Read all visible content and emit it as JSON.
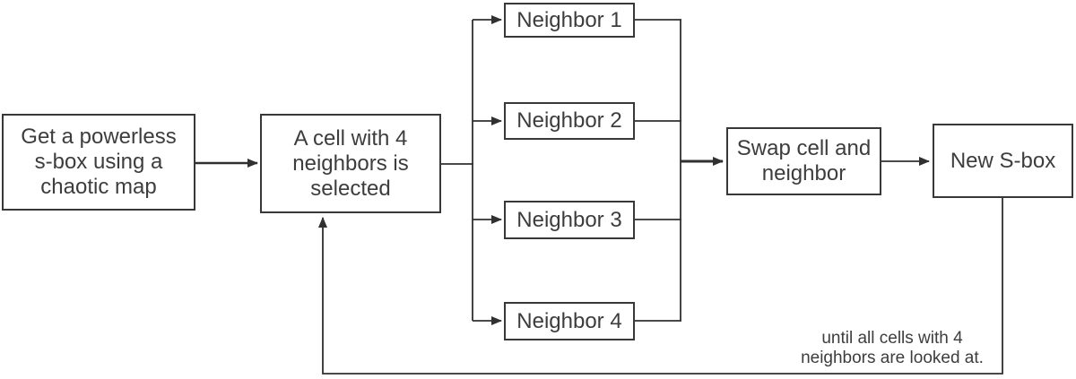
{
  "diagram": {
    "type": "flowchart",
    "nodes": {
      "start": {
        "label": "Get a powerless\ns-box using a\nchaotic map"
      },
      "cell": {
        "label": "A cell with 4\nneighbors is\nselected"
      },
      "neighbor1": {
        "label": "Neighbor 1"
      },
      "neighbor2": {
        "label": "Neighbor 2"
      },
      "neighbor3": {
        "label": "Neighbor 3"
      },
      "neighbor4": {
        "label": "Neighbor 4"
      },
      "swap": {
        "label": "Swap cell and\nneighbor"
      },
      "new_sbox": {
        "label": "New S-box"
      }
    },
    "annotation": {
      "loop_condition": "until all cells with 4\nneighbors are looked at."
    },
    "colors": {
      "line": "#303030",
      "border": "#383838",
      "text": "#3d3d3d",
      "background": "#ffffff"
    }
  }
}
